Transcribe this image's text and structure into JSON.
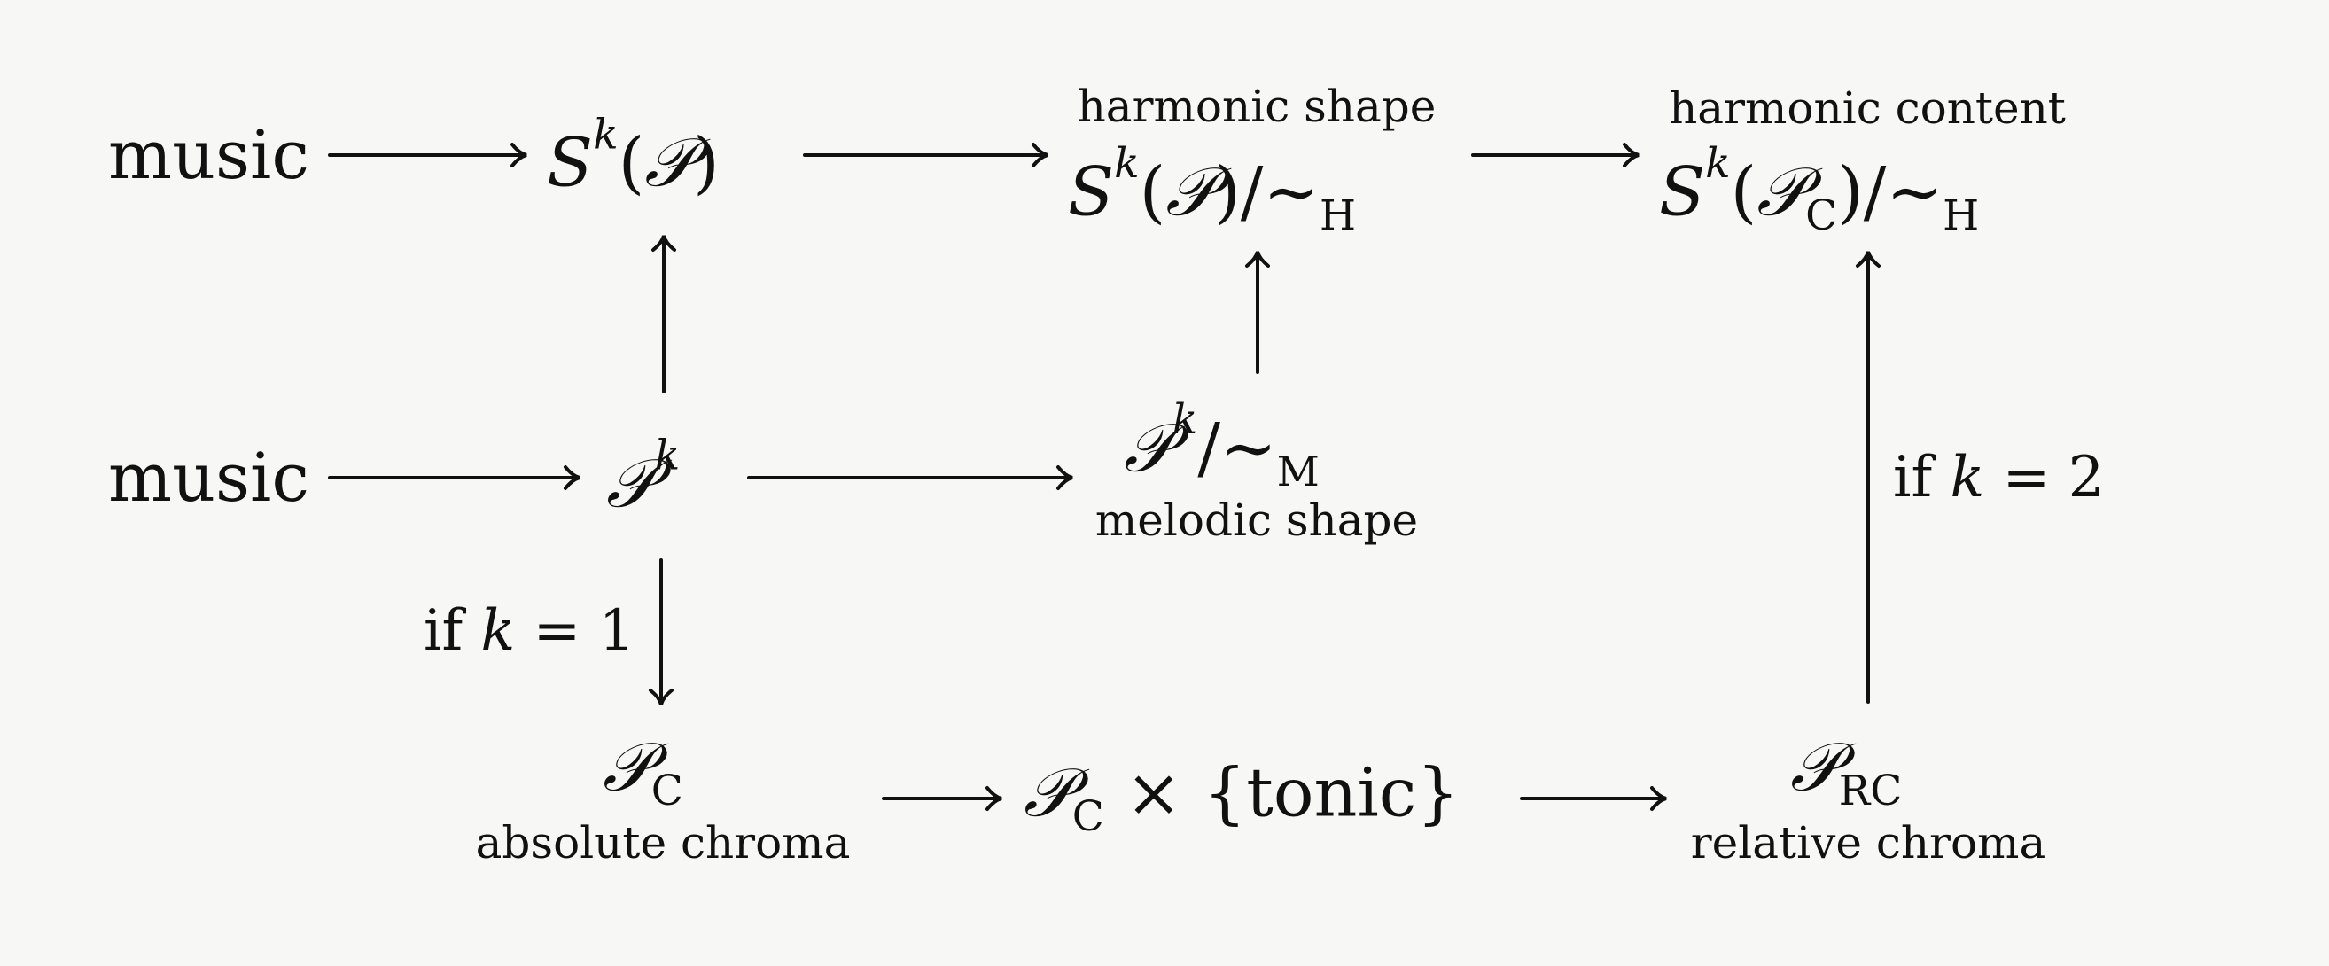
{
  "nodes": {
    "music_top": {
      "text": "music"
    },
    "sk_p": {
      "s": "S",
      "k": "k",
      "open": "(",
      "p": "𝒫",
      "close": ")"
    },
    "harmonic_shape": {
      "label": "harmonic shape",
      "s": "S",
      "k": "k",
      "open": "(",
      "p": "𝒫",
      "close": ")",
      "slash": "/",
      "sim": "∼",
      "sub": "H"
    },
    "harmonic_content": {
      "label": "harmonic content",
      "s": "S",
      "k": "k",
      "open": "(",
      "p": "𝒫",
      "pc": "C",
      "close": ")",
      "slash": "/",
      "sim": "∼",
      "sub": "H"
    },
    "music_mid": {
      "text": "music"
    },
    "pk": {
      "p": "𝒫",
      "k": "k"
    },
    "melodic_shape": {
      "p": "𝒫",
      "k": "k",
      "slash": "/",
      "sim": "∼",
      "sub": "M",
      "label": "melodic shape"
    },
    "pc_abs": {
      "p": "𝒫",
      "sub": "C",
      "label": "absolute chroma"
    },
    "pc_tonic": {
      "p": "𝒫",
      "sub": "C",
      "times": "×",
      "set": "{tonic}"
    },
    "prc": {
      "p": "𝒫",
      "sub": "RC",
      "label": "relative chroma"
    }
  },
  "edge_labels": {
    "if_k1": {
      "if": "if",
      "k": "k",
      "eq": "= 1"
    },
    "if_k2": {
      "if": "if",
      "k": "k",
      "eq": "= 2"
    }
  },
  "colors": {
    "background": "#f7f7f5",
    "ink": "#111111"
  }
}
